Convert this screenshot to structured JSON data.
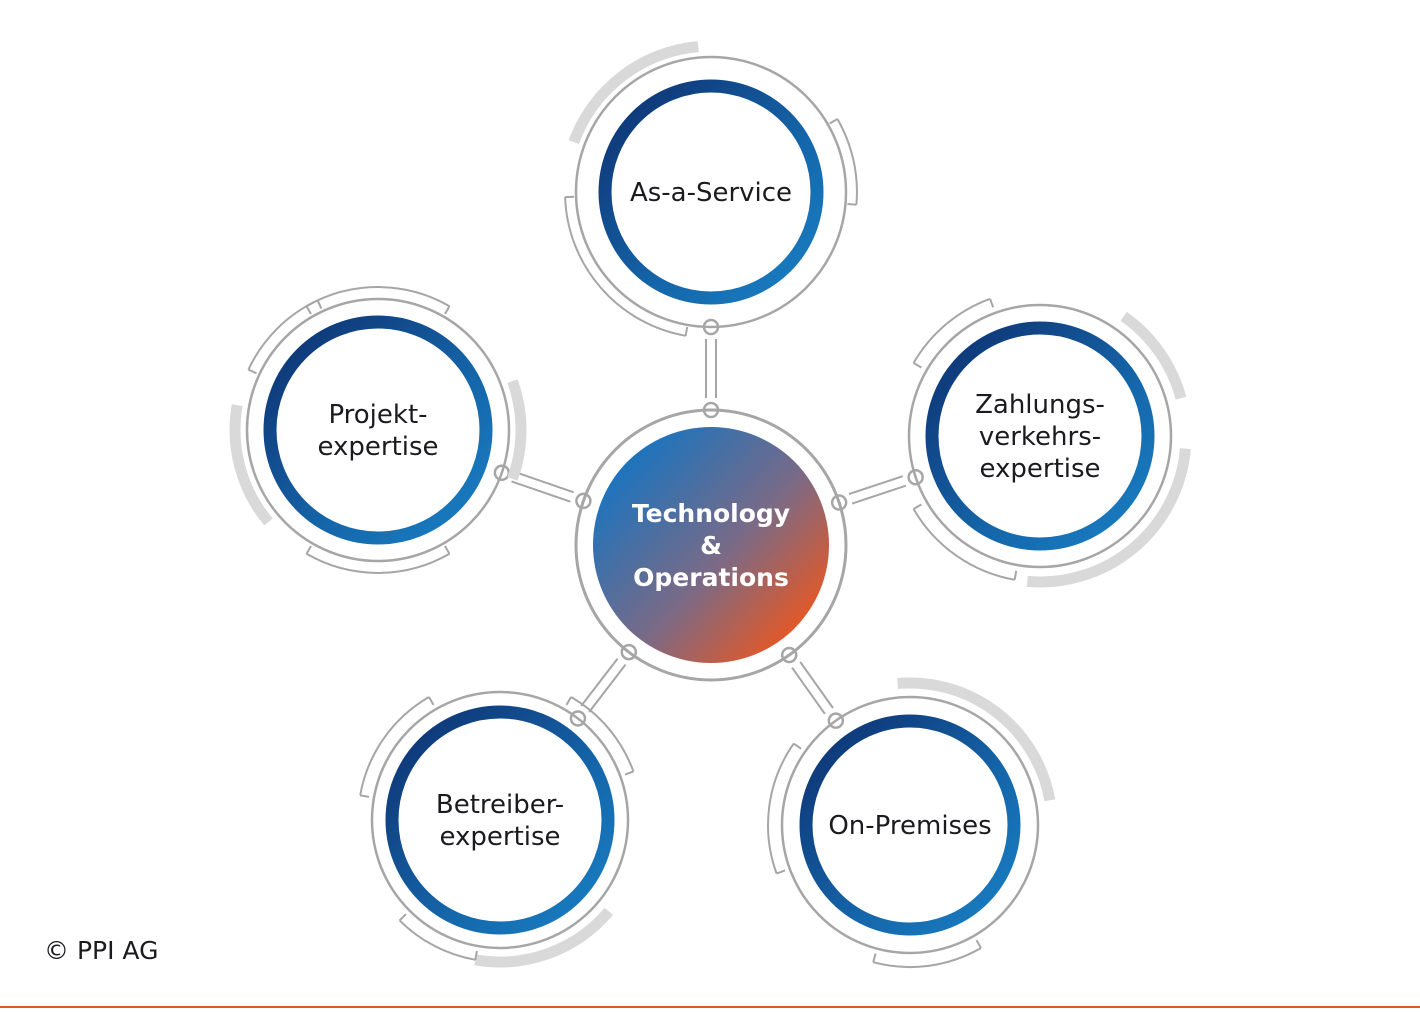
{
  "center": {
    "lines": [
      "Technology",
      "&",
      "Operations"
    ]
  },
  "nodes": [
    {
      "id": "as-a-service",
      "lines": [
        "As-a-Service"
      ]
    },
    {
      "id": "zahlungsverkehrsexpertise",
      "lines": [
        "Zahlungs-",
        "verkehrs-",
        "expertise"
      ]
    },
    {
      "id": "on-premises",
      "lines": [
        "On-Premises"
      ]
    },
    {
      "id": "betreiberexpertise",
      "lines": [
        "Betreiber-",
        "expertise"
      ]
    },
    {
      "id": "projektexpertise",
      "lines": [
        "Projekt-",
        "expertise"
      ]
    }
  ],
  "footer": {
    "copyright": "© PPI AG"
  },
  "colors": {
    "ring_dark": "#0d2f6e",
    "ring_light": "#1a7cc0",
    "center_blue": "#1e6fb5",
    "center_orange": "#ee5a22",
    "outline_gray": "#9a9a9a",
    "arc_light_gray": "#d9d9d9",
    "rule": "#e2552a"
  }
}
